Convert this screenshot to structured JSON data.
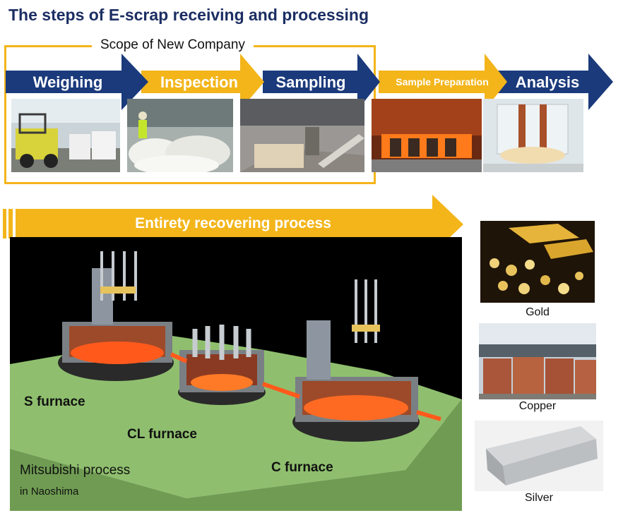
{
  "title": "The steps of E-scrap receiving and processing",
  "scope_label": "Scope of New Company",
  "steps": [
    {
      "label": "Weighing",
      "color": "#1b3a7c"
    },
    {
      "label": "Inspection",
      "color": "#f3b51a"
    },
    {
      "label": "Sampling",
      "color": "#1b3a7c"
    },
    {
      "label": "Sample Preparation",
      "color": "#f3b51a"
    },
    {
      "label": "Analysis",
      "color": "#1b3a7c"
    }
  ],
  "entirety_label": "Entirety recovering process",
  "furnaces": {
    "s": "S furnace",
    "cl": "CL furnace",
    "c": "C furnace"
  },
  "process_name": "Mitsubishi process",
  "process_location": "in Naoshima",
  "metals": [
    "Gold",
    "Copper",
    "Silver"
  ],
  "colors": {
    "navy": "#1b3a7c",
    "gold": "#f3b51a",
    "title": "#1c2e63",
    "platform": "#8fbf6e",
    "molten": "#ff5a1c"
  }
}
